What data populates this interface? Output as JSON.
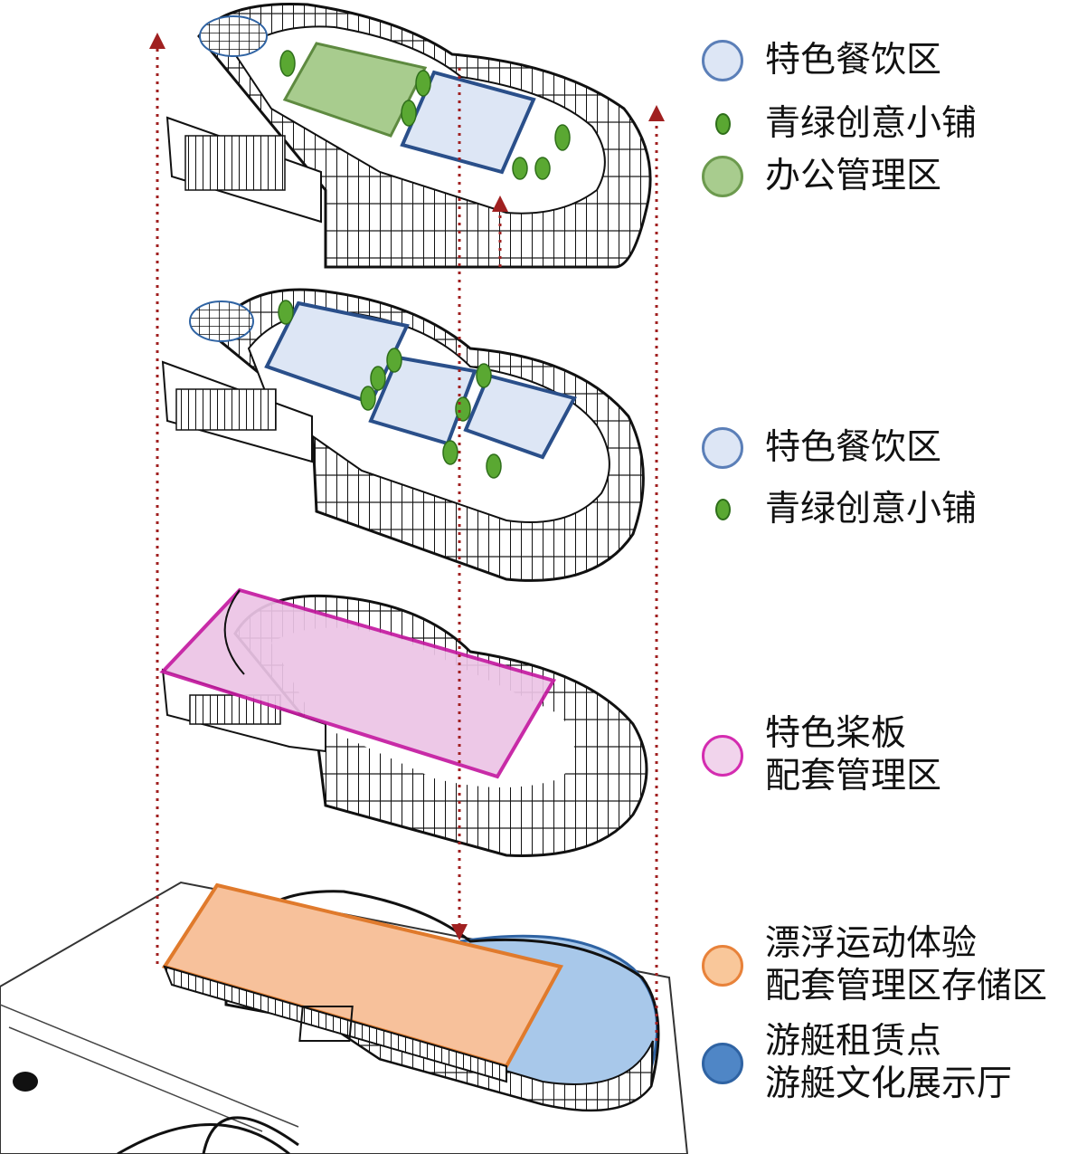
{
  "legend": {
    "floor3": [
      {
        "label": "特色餐饮区",
        "marker": "circle",
        "fill": "#dde6f5",
        "stroke": "#5b7fb8"
      },
      {
        "label": "青绿创意小铺",
        "marker": "dot",
        "fill": "#5aa832",
        "stroke": "#2e6e1a"
      },
      {
        "label": "办公管理区",
        "marker": "circle",
        "fill": "#a8cc8e",
        "stroke": "#6c9a4e"
      }
    ],
    "floor2": [
      {
        "label": "特色餐饮区",
        "marker": "circle",
        "fill": "#dde6f5",
        "stroke": "#5b7fb8"
      },
      {
        "label": "青绿创意小铺",
        "marker": "dot",
        "fill": "#5aa832",
        "stroke": "#2e6e1a"
      }
    ],
    "floor1": [
      {
        "lines": [
          "特色桨板",
          "配套管理区"
        ],
        "marker": "circle",
        "fill": "#f1d4ec",
        "stroke": "#d42cb0"
      }
    ],
    "ground": [
      {
        "lines": [
          "漂浮运动体验",
          "配套管理区存储区"
        ],
        "marker": "circle",
        "fill": "#f9c79a",
        "stroke": "#e8823a"
      },
      {
        "lines": [
          "游艇租赁点",
          "游艇文化展示厅"
        ],
        "marker": "circle",
        "fill": "#4f86c6",
        "stroke": "#2f63a3"
      }
    ]
  },
  "colors": {
    "facade": "#111111",
    "arrow": "#a02020",
    "office": "#a8cc8e",
    "dining": "#dde6f5",
    "paddle": "#ecc4e6",
    "paddle_edge": "#c41aa0",
    "floating": "#f7c19b",
    "floating_edge": "#e07a2c",
    "yacht": "#a8c8ea",
    "yacht_edge": "#2f63a3"
  }
}
